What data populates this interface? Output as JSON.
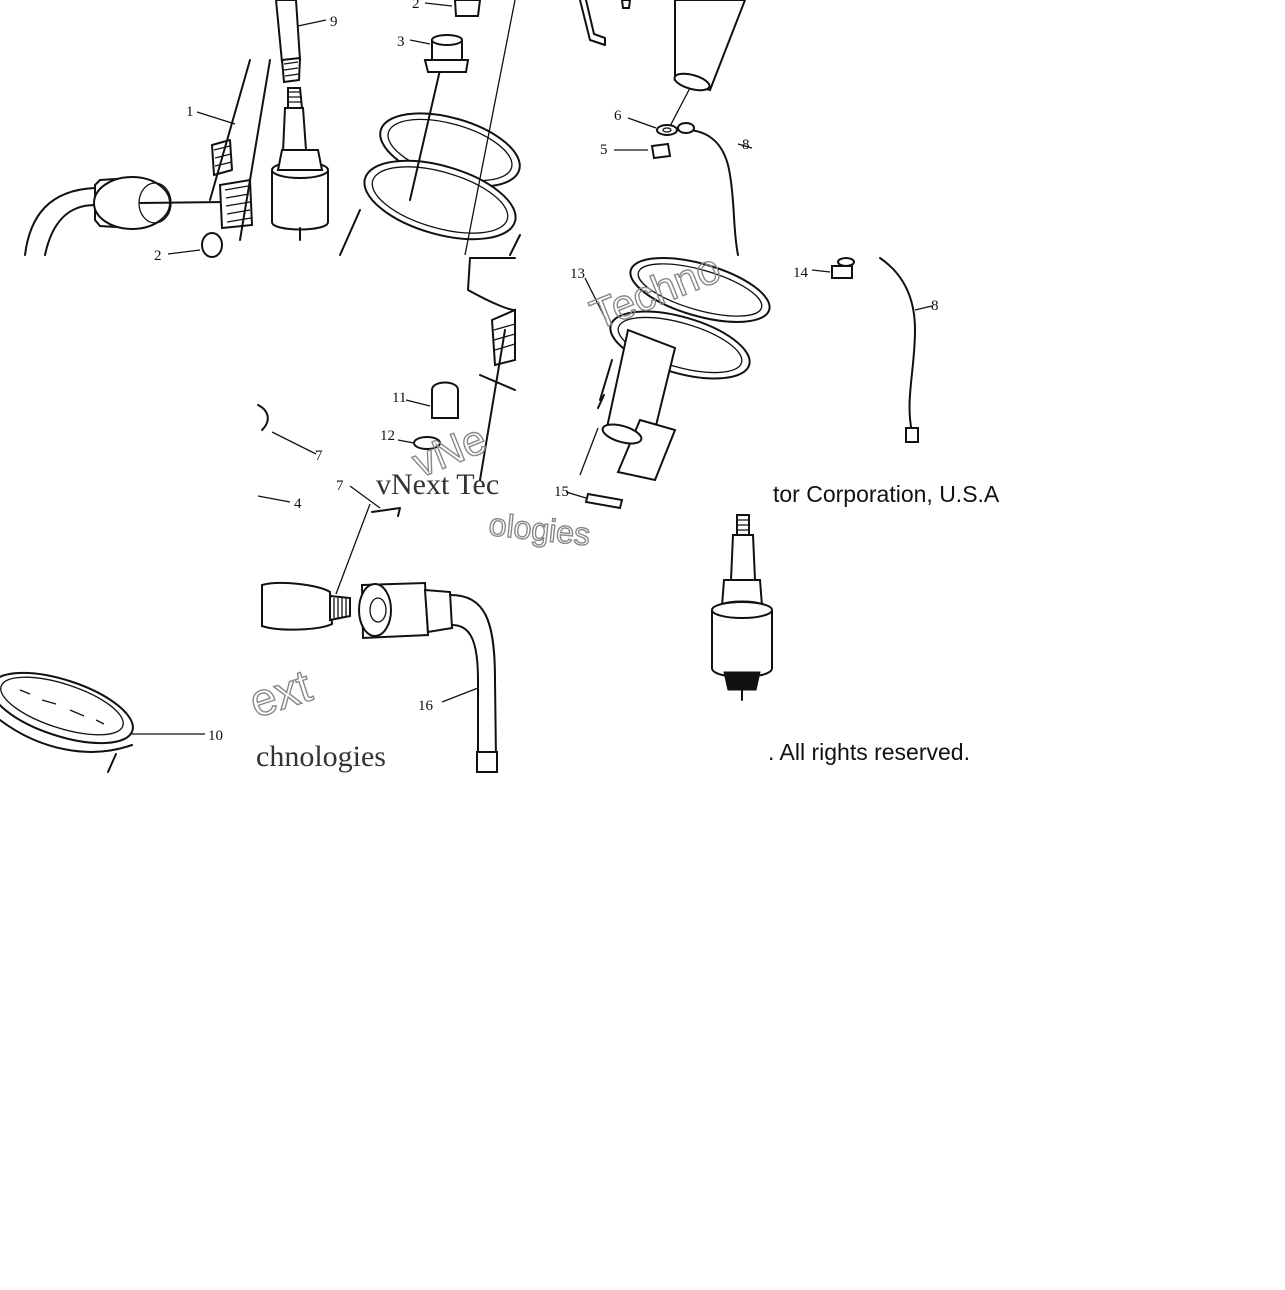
{
  "callouts": {
    "c1": "1",
    "c2a": "2",
    "c2b": "2",
    "c3": "3",
    "c4": "4",
    "c5": "5",
    "c6": "6",
    "c7a": "7",
    "c7b": "7",
    "c8a": "8",
    "c8b": "8",
    "c9": "9",
    "c10": "10",
    "c11": "11",
    "c12": "12",
    "c13": "13",
    "c14": "14",
    "c15": "15",
    "c16": "16"
  },
  "credits": {
    "corporation": "tor Corporation, U.S.A",
    "rights": ". All rights reserved."
  },
  "watermarks": {
    "w1": "Techno",
    "w2": "vNe",
    "w3": "vNext Tec",
    "w4": "ologies",
    "w5": "ext",
    "w6": "chnologies"
  }
}
